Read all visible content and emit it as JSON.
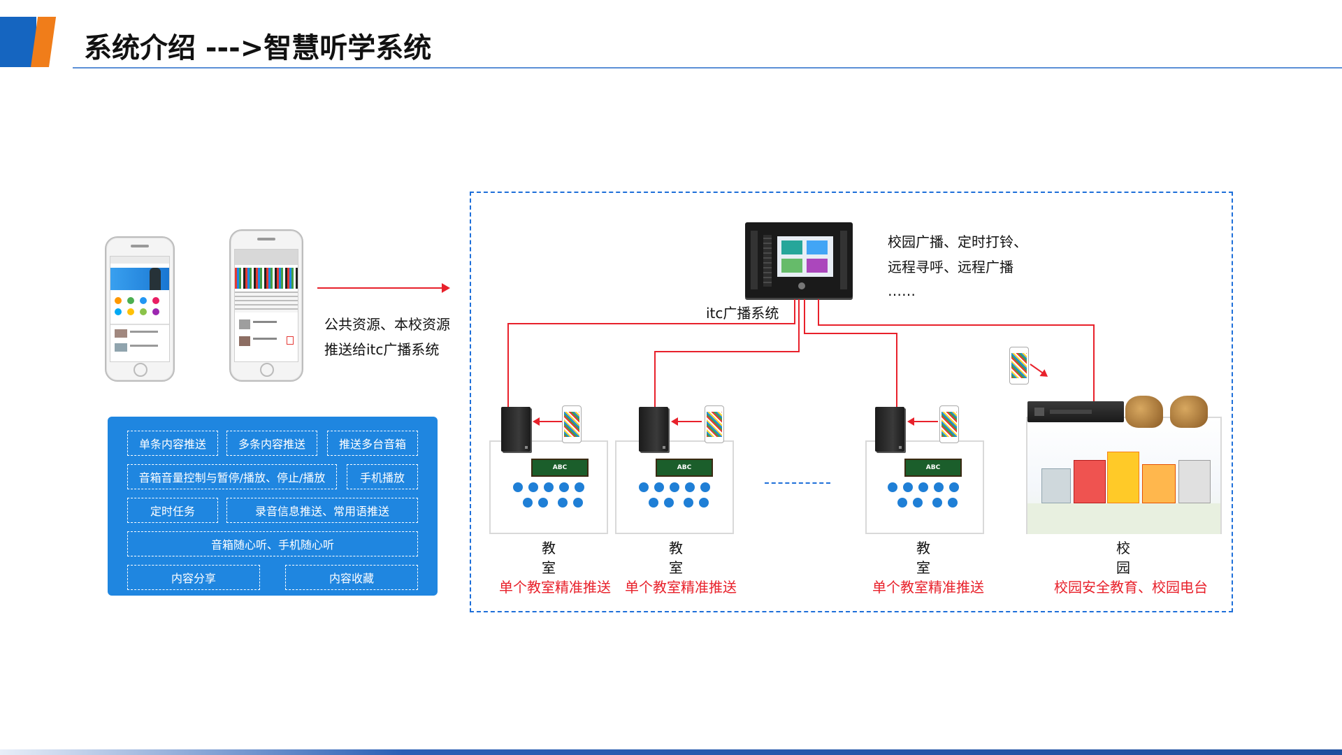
{
  "header": {
    "title": "系统介绍 --->智慧听学系统"
  },
  "flow": {
    "push_text_line1": "公共资源、本校资源",
    "push_text_line2": "推送给itc广播系统"
  },
  "features": [
    {
      "label": "单条内容推送"
    },
    {
      "label": "多条内容推送"
    },
    {
      "label": "推送多台音箱"
    },
    {
      "label": "音箱音量控制与暂停/播放、停止/播放"
    },
    {
      "label": "手机播放"
    },
    {
      "label": "定时任务"
    },
    {
      "label": "录音信息推送、常用语推送"
    },
    {
      "label": "音箱随心听、手机随心听"
    },
    {
      "label": "内容分享"
    },
    {
      "label": "内容收藏"
    }
  ],
  "system": {
    "label": "itc广播系统",
    "desc_line1": "校园广播、定时打铃、",
    "desc_line2": "远程寻呼、远程广播",
    "desc_line3": "……"
  },
  "nodes": [
    {
      "name_line1": "教",
      "name_line2": "室",
      "desc": "单个教室精准推送",
      "board": "ABC"
    },
    {
      "name_line1": "教",
      "name_line2": "室",
      "desc": "单个教室精准推送",
      "board": "ABC"
    },
    {
      "name_line1": "教",
      "name_line2": "室",
      "desc": "单个教室精准推送",
      "board": "ABC"
    },
    {
      "name_line1": "校",
      "name_line2": "园",
      "desc": "校园安全教育、校园电台"
    }
  ],
  "colors": {
    "accent_blue": "#1f86e0",
    "line_red": "#e8212b",
    "frame_blue": "#1e6fd9",
    "brand_orange": "#f07d1a"
  }
}
